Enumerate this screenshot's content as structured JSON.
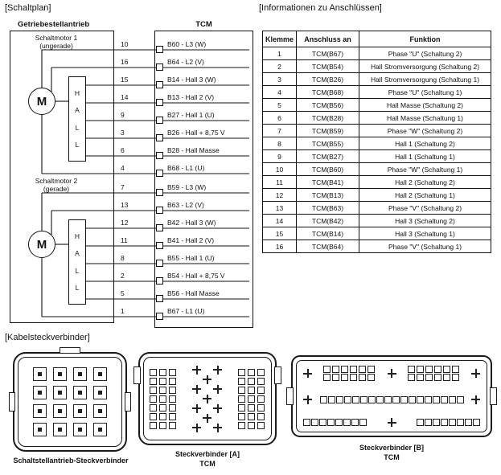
{
  "page": {
    "schaltplan_title": "[Schaltplan]",
    "anschluss_title": "[Informationen zu Anschlüssen]",
    "kabel_title": "[Kabelsteckverbinder]"
  },
  "schaltplan": {
    "getriebe_label": "Getriebestellantrieb",
    "tcm_label": "TCM",
    "motor_symbol": "M",
    "motor1_line1": "Schaltmotor 1",
    "motor1_line2": "(ungerade)",
    "motor2_line1": "Schaltmotor 2",
    "motor2_line2": "(gerade)",
    "hall_letters": [
      "H",
      "A",
      "L",
      "L"
    ],
    "pins": [
      {
        "wire": "10",
        "label": "B60 - L3 (W)"
      },
      {
        "wire": "16",
        "label": "B64 - L2 (V)"
      },
      {
        "wire": "15",
        "label": "B14 - Hall 3 (W)"
      },
      {
        "wire": "14",
        "label": "B13 - Hall 2 (V)"
      },
      {
        "wire": "9",
        "label": "B27 - Hall 1 (U)"
      },
      {
        "wire": "3",
        "label": "B26 - Hall + 8,75 V"
      },
      {
        "wire": "6",
        "label": "B28 - Hall  Masse"
      },
      {
        "wire": "4",
        "label": "B68 - L1 (U)"
      },
      {
        "wire": "7",
        "label": "B59 - L3 (W)"
      },
      {
        "wire": "13",
        "label": "B63 - L2 (V)"
      },
      {
        "wire": "12",
        "label": "B42 - Hall 3 (W)"
      },
      {
        "wire": "11",
        "label": "B41 - Hall 2 (V)"
      },
      {
        "wire": "8",
        "label": "B55 - Hall 1 (U)"
      },
      {
        "wire": "2",
        "label": "B54 - Hall + 8,75 V"
      },
      {
        "wire": "5",
        "label": "B56 - Hall  Masse"
      },
      {
        "wire": "1",
        "label": "B67 - L1 (U)"
      }
    ]
  },
  "tabelle": {
    "headers": [
      "Klemme",
      "Anschluss an",
      "Funktion"
    ],
    "rows": [
      [
        "1",
        "TCM(B67)",
        "Phase \"U\" (Schaltung 2)"
      ],
      [
        "2",
        "TCM(B54)",
        "Hall Stromversorgung (Schaltung 2)"
      ],
      [
        "3",
        "TCM(B26)",
        "Hall Stromversorgung (Schaltung 1)"
      ],
      [
        "4",
        "TCM(B68)",
        "Phase \"U\" (Schaltung 1)"
      ],
      [
        "5",
        "TCM(B56)",
        "Hall Masse (Schaltung 2)"
      ],
      [
        "6",
        "TCM(B28)",
        "Hall Masse (Schaltung 1)"
      ],
      [
        "7",
        "TCM(B59)",
        "Phase \"W\" (Schaltung 2)"
      ],
      [
        "8",
        "TCM(B55)",
        "Hall 1 (Schaltung 2)"
      ],
      [
        "9",
        "TCM(B27)",
        "Hall 1 (Schaltung 1)"
      ],
      [
        "10",
        "TCM(B60)",
        "Phase \"W\" (Schaltung 1)"
      ],
      [
        "11",
        "TCM(B41)",
        "Hall 2 (Schaltung 2)"
      ],
      [
        "12",
        "TCM(B13)",
        "Hall 2 (Schaltung 1)"
      ],
      [
        "13",
        "TCM(B63)",
        "Phase \"V\" (Schaltung 2)"
      ],
      [
        "14",
        "TCM(B42)",
        "Hall 3 (Schaltung 2)"
      ],
      [
        "15",
        "TCM(B14)",
        "Hall 3 (Schaltung 1)"
      ],
      [
        "16",
        "TCM(B64)",
        "Phase \"V\" (Schaltung 1)"
      ]
    ]
  },
  "steckverbinder": {
    "links_caption": "Schaltstellantrieb-Steckverbinder",
    "mitte_caption_line1": "Steckverbinder [A]",
    "mitte_caption_line2": "TCM",
    "rechts_caption_line1": "Steckverbinder [B]",
    "rechts_caption_line2": "TCM"
  }
}
